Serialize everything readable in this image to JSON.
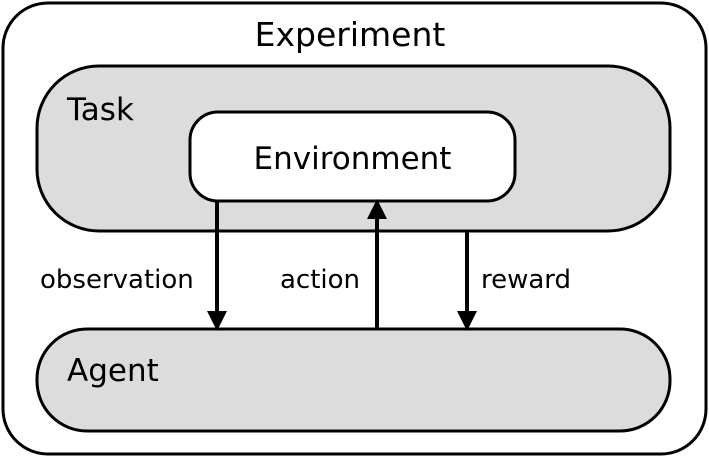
{
  "diagram": {
    "title": "Experiment",
    "nodes": {
      "task": {
        "label": "Task"
      },
      "environment": {
        "label": "Environment"
      },
      "agent": {
        "label": "Agent"
      }
    },
    "edges": [
      {
        "id": "observation",
        "label": "observation",
        "from": "environment",
        "to": "agent"
      },
      {
        "id": "action",
        "label": "action",
        "from": "agent",
        "to": "environment"
      },
      {
        "id": "reward",
        "label": "reward",
        "from": "task",
        "to": "agent"
      }
    ],
    "colors": {
      "stroke": "#000000",
      "task_fill": "#dcdcdc",
      "agent_fill": "#dcdcdc",
      "environment_fill": "#ffffff",
      "experiment_fill": "#ffffff"
    }
  }
}
